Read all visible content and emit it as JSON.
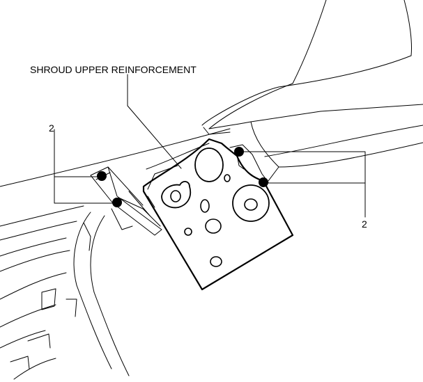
{
  "labels": {
    "component": "SHROUD UPPER REINFORCEMENT",
    "bolt_callout_left": "2",
    "bolt_callout_right": "2"
  },
  "colors": {
    "line": "#000000",
    "background": "#ffffff"
  }
}
